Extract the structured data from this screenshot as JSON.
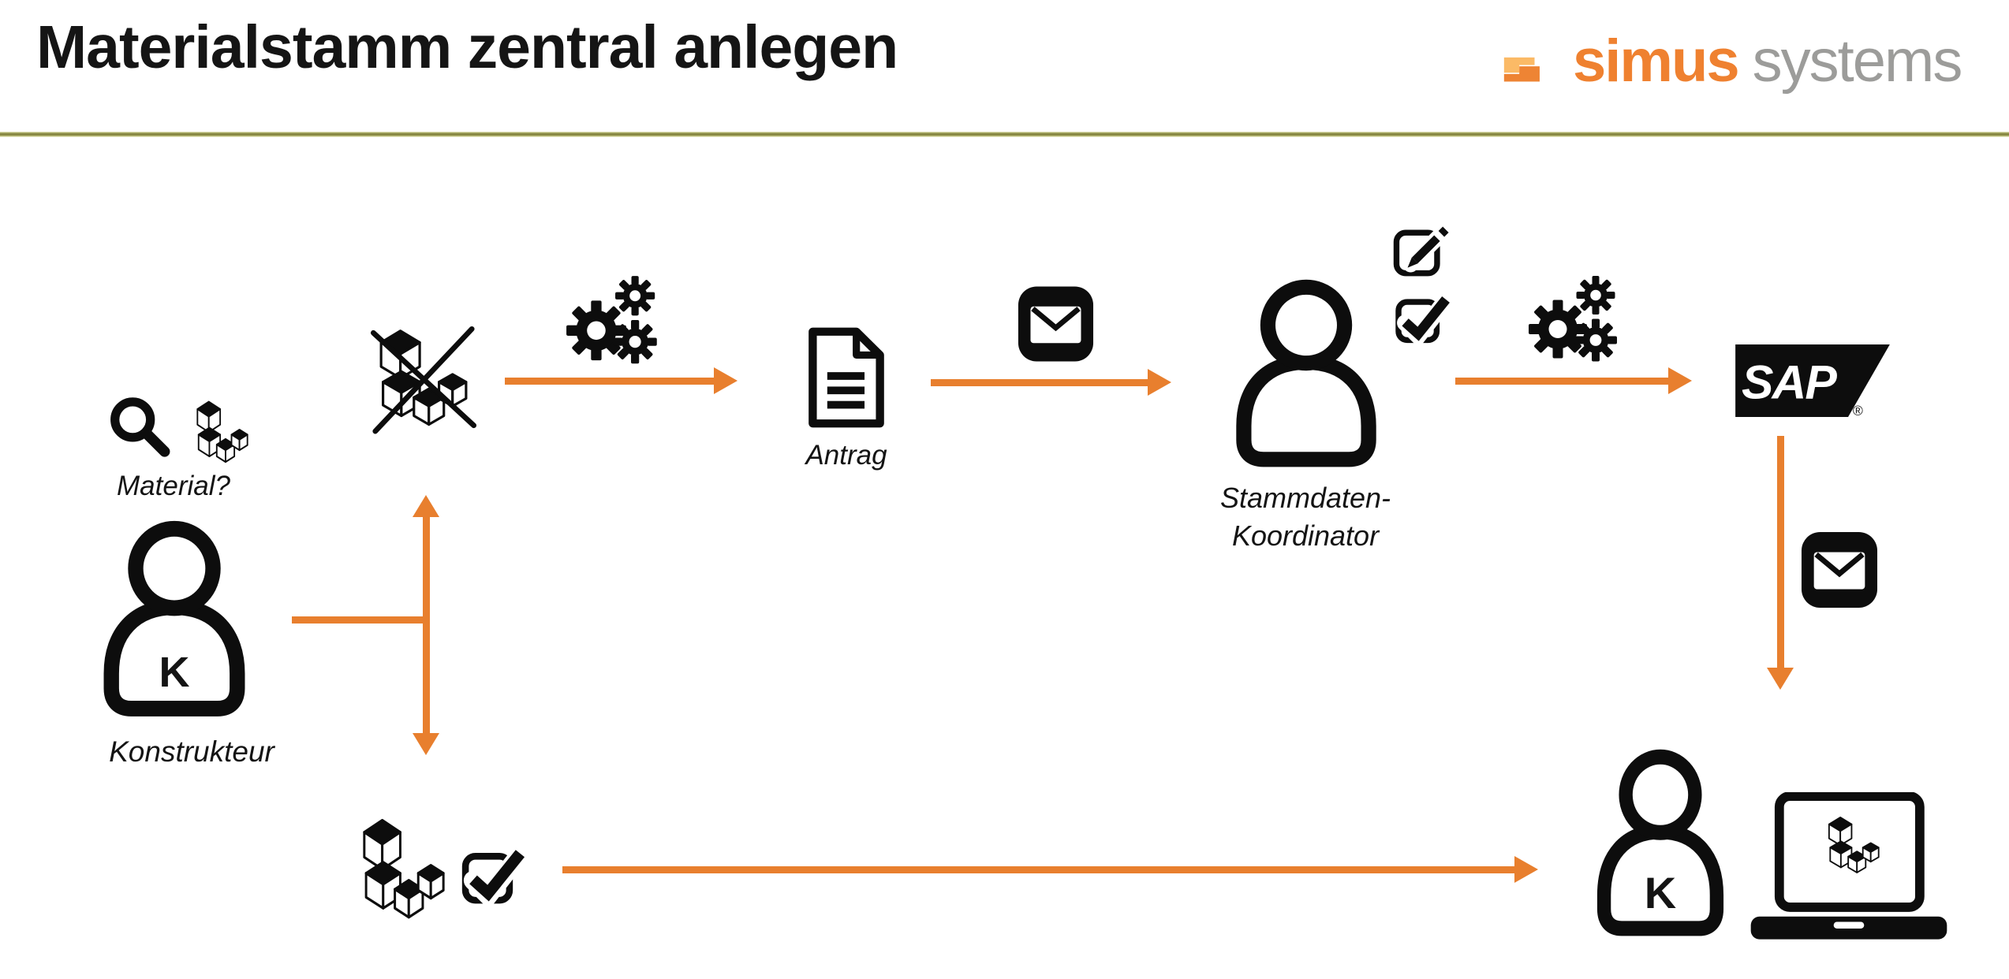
{
  "header": {
    "title": "Materialstamm zentral anlegen",
    "logo": {
      "brand": "simus",
      "suffix": "systems"
    }
  },
  "colors": {
    "arrow_orange": "#E87F2E",
    "icon_black": "#0D0D0D",
    "logo_orange": "#EF8130",
    "logo_light_orange": "#FBBA66",
    "logo_dark_orange": "#EE8434",
    "logo_gray": "#9C9C9A",
    "divider_olive": "#7E7F3A"
  },
  "diagram": {
    "search": {
      "label": "Material?"
    },
    "konstrukteur": {
      "label": "Konstrukteur",
      "initial": "K"
    },
    "antrag": {
      "label": "Antrag"
    },
    "koordinator": {
      "line1": "Stammdaten-",
      "line2": "Koordinator"
    },
    "sap": {
      "label": "SAP",
      "registered": "®"
    },
    "recipient": {
      "initial": "K"
    },
    "icons": {
      "search": "magnifier-icon",
      "material": "cubes-stack-icon",
      "material_missing": "crossed-cubes-icon",
      "processing": "gears-icon",
      "request": "document-icon",
      "mail": "envelope-icon",
      "edit": "edit-pencil-icon",
      "approve": "checkbox-check-icon",
      "erp": "sap-logo",
      "workstation": "laptop-icon",
      "brand": "simus-s-mark"
    }
  }
}
